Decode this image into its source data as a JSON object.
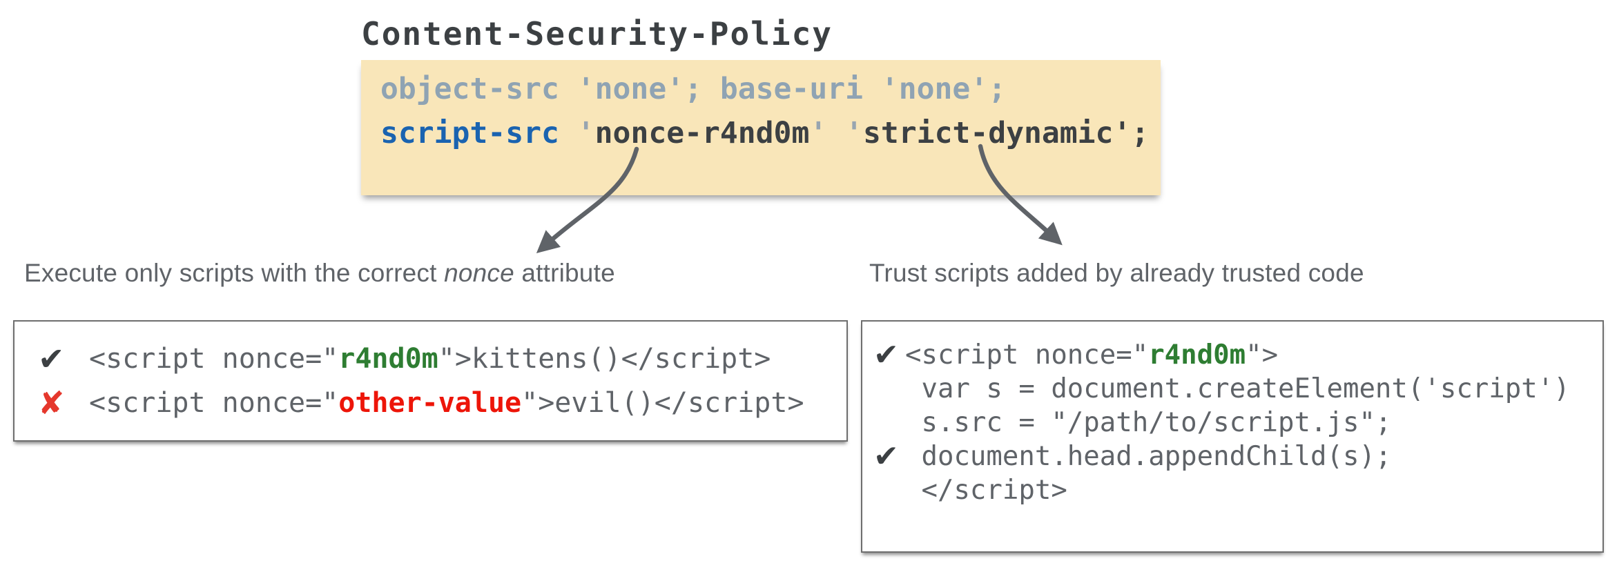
{
  "title": "Content-Security-Policy",
  "policy_box": {
    "line1": "object-src 'none'; base-uri 'none';",
    "line2_directive": "script-src",
    "line2_parts": [
      {
        "t": " '"
      },
      {
        "t": "nonce-r4nd0m"
      },
      {
        "t": "' '"
      },
      {
        "t": "strict-dynamic"
      },
      {
        "t": "';"
      }
    ]
  },
  "annotations": {
    "left": {
      "pre": "Execute only scripts with the correct ",
      "em": "nonce",
      "post": " attribute"
    },
    "right": "Trust scripts added by already trusted code"
  },
  "icons": {
    "check": "✔",
    "cross": "✘"
  },
  "left_box": {
    "rows": [
      {
        "pre": "<script nonce=\"",
        "value": "r4nd0m",
        "post": "\">kittens()</script>"
      },
      {
        "pre": "<script nonce=\"",
        "value": "other-value",
        "post": "\">evil()</script>"
      }
    ]
  },
  "right_box": {
    "lines": [
      {
        "pre": "<script nonce=\"",
        "value": "r4nd0m",
        "post": "\">"
      },
      {
        "code": " var s = document.createElement('script')"
      },
      {
        "code": " s.src = \"/path/to/script.js\";"
      },
      {
        "code": " document.head.appendChild(s);"
      },
      {
        "code": " </script>"
      }
    ]
  },
  "colors": {
    "policy_bg": "#F9E6B9",
    "directive_blue": "#1A63B0",
    "muted_slate": "#8FA3B3",
    "code_dark": "#3C4043",
    "code_gray": "#5F6368",
    "nonce_green": "#2E7D32",
    "nonce_red": "#ED1509",
    "cross_red": "#E5372C",
    "arrow_gray": "#5F6368",
    "box_border": "#6E6E6E"
  }
}
